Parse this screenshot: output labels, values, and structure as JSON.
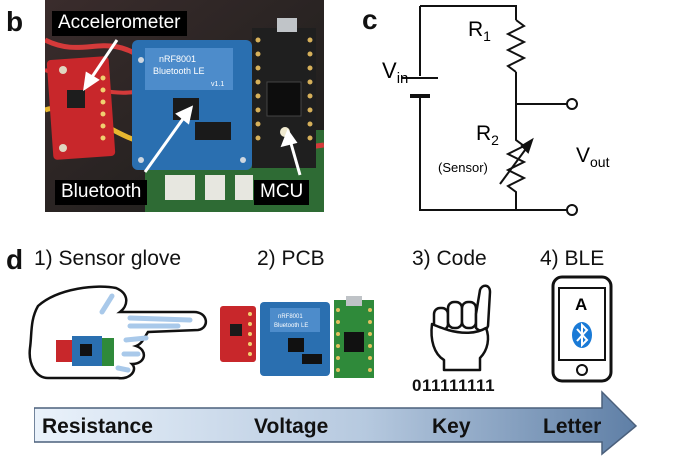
{
  "panel_b": {
    "letter": "b",
    "labels": {
      "accelerometer": "Accelerometer",
      "bluetooth": "Bluetooth",
      "mcu": "MCU"
    },
    "board_text": {
      "chip_model": "nRF8001",
      "chip_name": "Bluetooth LE",
      "version": "v1.1"
    }
  },
  "panel_c": {
    "letter": "c",
    "vin": {
      "main": "V",
      "sub": "in"
    },
    "r1": {
      "main": "R",
      "sub": "1"
    },
    "r2": {
      "main": "R",
      "sub": "2"
    },
    "sensor_note": "(Sensor)",
    "vout": {
      "main": "V",
      "sub": "out"
    }
  },
  "panel_d": {
    "letter": "d",
    "steps": [
      "1) Sensor glove",
      "2) PCB",
      "3) Code",
      "4) BLE"
    ],
    "code_value": "011111111",
    "phone_letter": "A",
    "arrow_labels": [
      "Resistance",
      "Voltage",
      "Key",
      "Letter"
    ]
  },
  "colors": {
    "board_red": "#c8272b",
    "board_blue": "#2a6fb0",
    "board_green": "#2f8a3a",
    "bluetooth_blue": "#1a7ad6",
    "arrow_grad_start": "#eaf2fb",
    "arrow_grad_end": "#5f7fa6",
    "glove_finger": "#a9c9ea"
  }
}
